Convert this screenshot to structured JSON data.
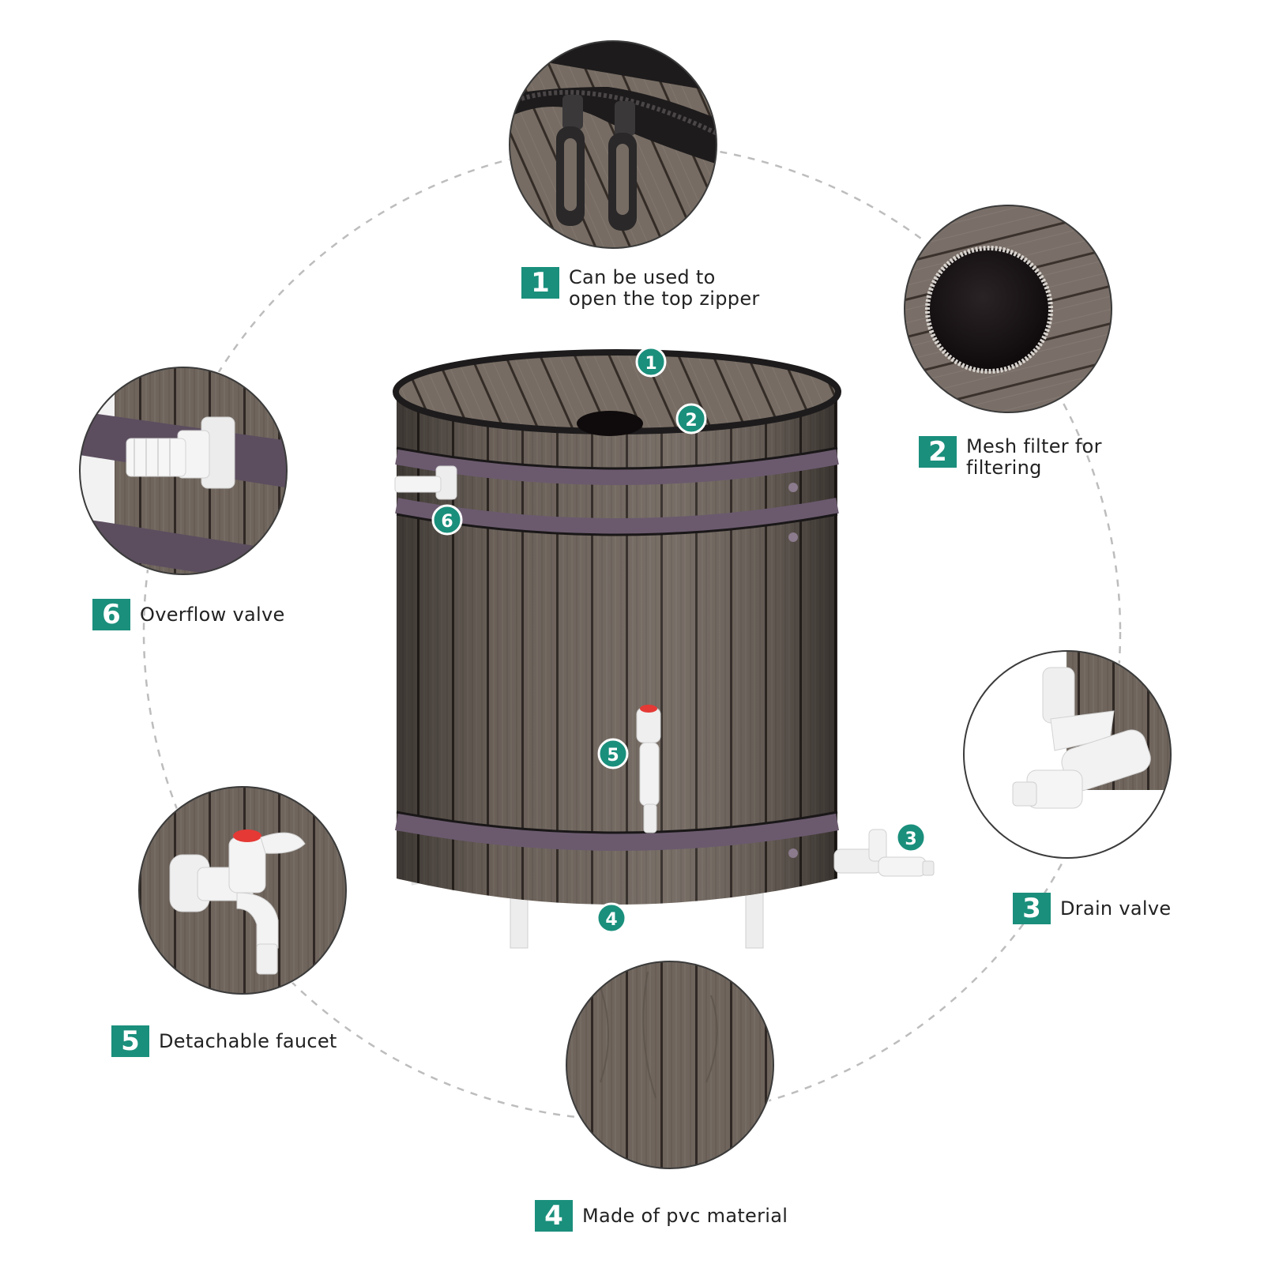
{
  "features": [
    {
      "number": "1",
      "lines": [
        "Can be used to",
        "open the top zipper"
      ]
    },
    {
      "number": "2",
      "lines": [
        "Mesh filter for",
        "filtering"
      ]
    },
    {
      "number": "3",
      "lines": [
        "Drain valve"
      ]
    },
    {
      "number": "4",
      "lines": [
        "Made of pvc material"
      ]
    },
    {
      "number": "5",
      "lines": [
        "Detachable faucet"
      ]
    },
    {
      "number": "6",
      "lines": [
        "Overflow valve"
      ]
    }
  ],
  "markers": {
    "m1": "1",
    "m2": "2",
    "m3": "3",
    "m4": "4",
    "m5": "5",
    "m6": "6"
  },
  "colors": {
    "accent": "#1a8f7c",
    "wood": "#6f655d",
    "hoop": "#6b5a6e",
    "fitting": "#e9e9e9",
    "faucet_cap": "#e53935"
  }
}
